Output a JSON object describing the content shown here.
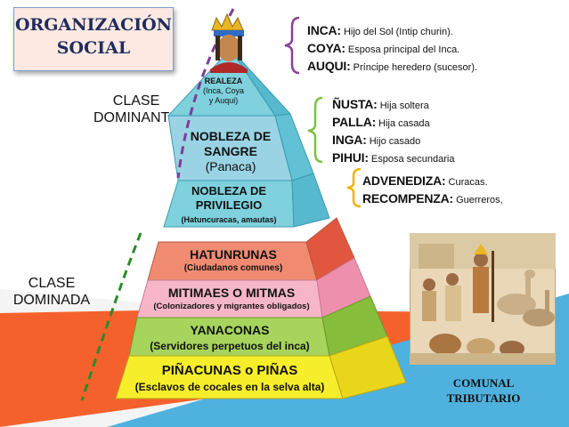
{
  "title": {
    "line1": "ORGANIZACIÓN",
    "line2": "SOCIAL"
  },
  "classes": {
    "dominant": {
      "line1": "CLASE",
      "line2": "DOMINANTE"
    },
    "dominated": {
      "line1": "CLASE",
      "line2": "DOMINADA"
    }
  },
  "pyramid": {
    "realeza": {
      "title": "REALEZA",
      "sub1": "(Inca, Coya",
      "sub2": "y Auqui)"
    },
    "nobleza_sangre": {
      "line1": "NOBLEZA DE",
      "line2": "SANGRE",
      "sub": "(Panaca)"
    },
    "nobleza_privilegio": {
      "line1": "NOBLEZA DE",
      "line2": "PRIVILEGIO",
      "sub": "(Hatuncuracas, amautas)"
    },
    "hatunrunas": {
      "title": "HATUNRUNAS",
      "sub": "(Ciudadanos comunes)"
    },
    "mitimaes": {
      "title": "MITIMAES O MITMAS",
      "sub": "(Colonizadores y migrantes obligados)"
    },
    "yanaconas": {
      "title": "YANACONAS",
      "sub": "(Servidores perpetuos del inca)"
    },
    "pinacunas": {
      "title": "PIÑACUNAS o PIÑAS",
      "sub": "(Esclavos de cocales en la selva alta)"
    }
  },
  "royalty_notes": [
    {
      "term": "INCA:",
      "desc": "Hijo del Sol (Intip churin)."
    },
    {
      "term": "COYA:",
      "desc": "Esposa principal del Inca."
    },
    {
      "term": "AUQUI:",
      "desc": "Príncipe heredero (sucesor)."
    }
  ],
  "blood_notes": [
    {
      "term": "ÑUSTA:",
      "desc": "Hija soltera"
    },
    {
      "term": "PALLA:",
      "desc": "Hija casada"
    },
    {
      "term": "INGA:",
      "desc": "Hijo casado"
    },
    {
      "term": "PIHUI:",
      "desc": "Esposa secundaria"
    }
  ],
  "privilege_notes": [
    {
      "term": "ADVENEDIZA:",
      "desc": "Curacas."
    },
    {
      "term": "RECOMPENZA:",
      "desc": "Guerreros,"
    }
  ],
  "comunal": {
    "line1": "COMUNAL",
    "line2": "TRIBUTARIO"
  },
  "colors": {
    "top_tier": "#7fd1de",
    "middle_tier": "#88cde0",
    "hatunrunas": "#f08b72",
    "mitimaes": "#f6b6c8",
    "yanaconas": "#a6d45c",
    "pinacunas": "#f7ee2b",
    "bracket_royalty": "#8a3f9a",
    "bracket_blood": "#7cc242",
    "bracket_privilege": "#f0b400",
    "dominant_line": "#7a3e98",
    "dominated_line": "#2a8a2a"
  }
}
